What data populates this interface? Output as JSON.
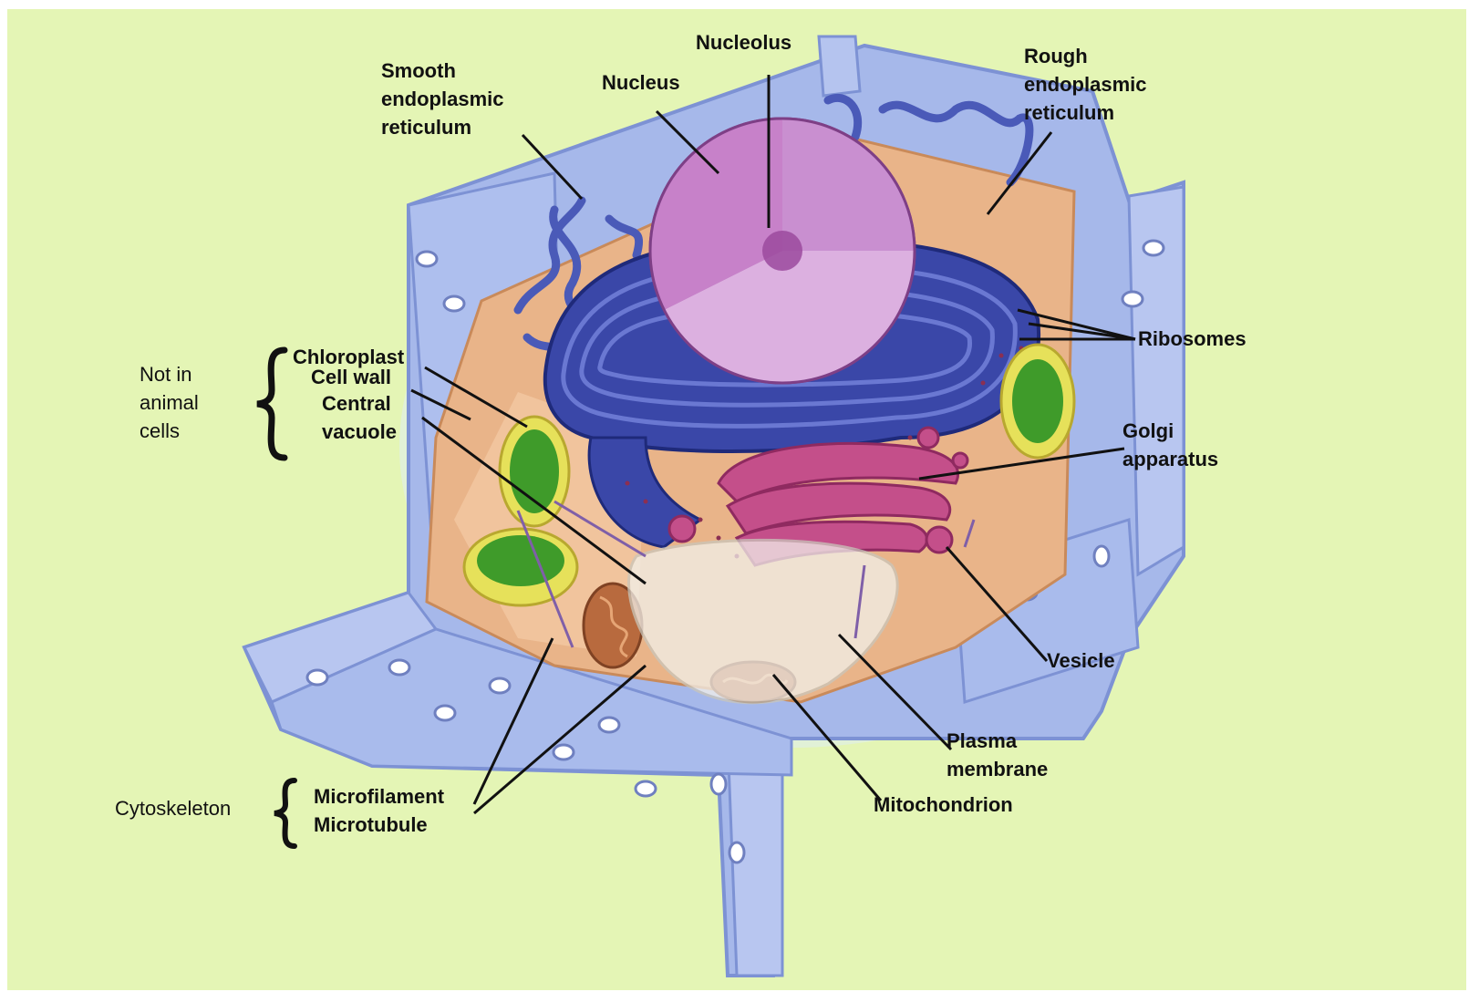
{
  "diagram": {
    "labels": {
      "nucleolus": "Nucleolus",
      "nucleus": "Nucleus",
      "smooth_er": "Smooth\nendoplasmic\nreticulum",
      "rough_er": "Rough\nendoplasmic\nreticulum",
      "ribosomes": "Ribosomes",
      "golgi": "Golgi\napparatus",
      "vesicle": "Vesicle",
      "plasma_membrane": "Plasma\nmembrane",
      "mitochondrion": "Mitochondrion",
      "chloroplast": "Chloroplast",
      "cell_wall": "Cell wall",
      "central_vacuole": "Central\nvacuole",
      "microfilament": "Microfilament",
      "microtubule": "Microtubule"
    },
    "groups": {
      "not_in_animal": "Not in\nanimal\ncells",
      "cytoskeleton": "Cytoskeleton"
    },
    "colors": {
      "background": "#e4f5b5",
      "cell_wall": "#a6b8ea",
      "cell_wall_edge": "#7d92d4",
      "cytoplasm": "#e9b489",
      "nucleus": "#c57ac6",
      "er": "#3a47a8",
      "golgi": "#c44f8a",
      "chloroplast": "#3f9b2a",
      "mitochondrion": "#b86a3e",
      "vacuole": "#e8e7de",
      "leader_line": "#111111"
    }
  }
}
